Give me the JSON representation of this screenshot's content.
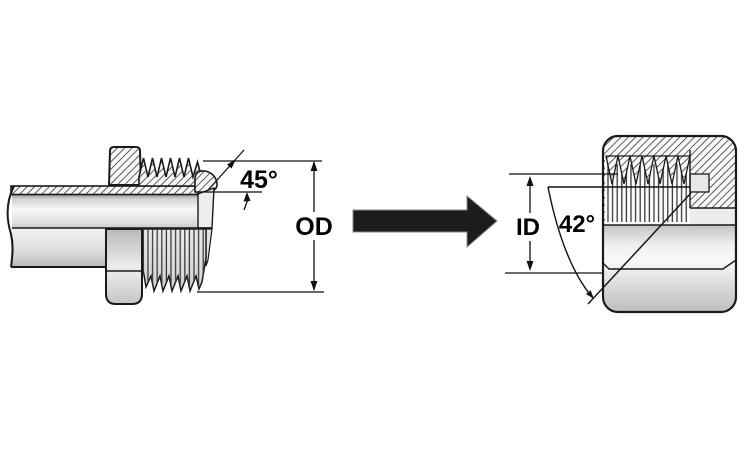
{
  "diagram": {
    "description": "flare-fitting-assembly-steps",
    "left_fitting": {
      "type": "male-45-degree-flare-fitting",
      "angle_label": "45°",
      "diameter_label": "OD"
    },
    "arrow": {
      "icon": "right-arrow",
      "fill": "#1c1c1c"
    },
    "right_fitting": {
      "type": "flare-nut-cross-section",
      "angle_label": "42°",
      "diameter_label": "ID"
    },
    "colors": {
      "outline": "#1a1a1a",
      "hatch_line": "#2b2b2b",
      "metal_light": "#f6f6f6",
      "metal_mid": "#d6d6d6",
      "metal_dark": "#b9b9b9",
      "background": "#ffffff"
    }
  }
}
